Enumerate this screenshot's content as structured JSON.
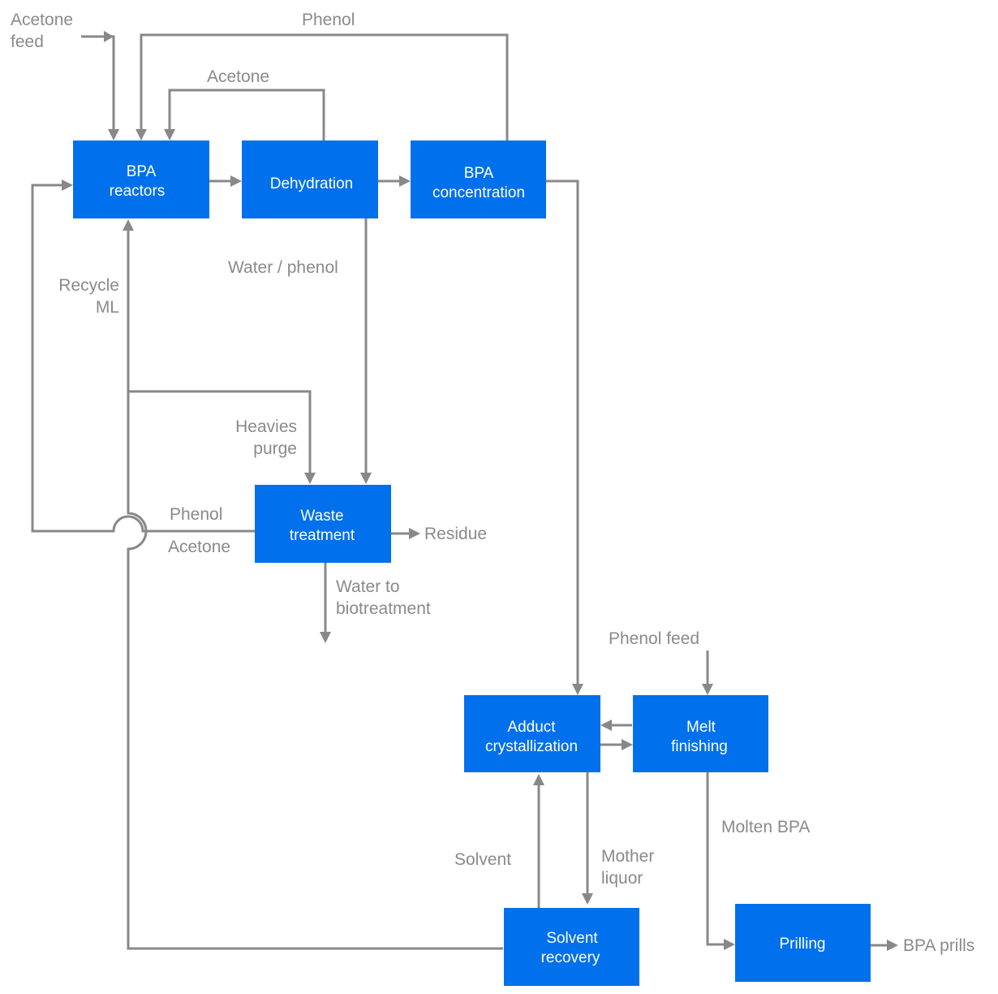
{
  "boxes": {
    "bpa_reactors": [
      "BPA",
      "reactors"
    ],
    "dehydration": [
      "Dehydration"
    ],
    "bpa_concentration": [
      "BPA",
      "concentration"
    ],
    "waste_treatment": [
      "Waste",
      "treatment"
    ],
    "adduct_crystallization": [
      "Adduct",
      "crystallization"
    ],
    "melt_finishing": [
      "Melt",
      "finishing"
    ],
    "solvent_recovery": [
      "Solvent",
      "recovery"
    ],
    "prilling": [
      "Prilling"
    ]
  },
  "labels": {
    "acetone_feed": [
      "Acetone",
      "feed"
    ],
    "phenol_top": "Phenol",
    "acetone_top": "Acetone",
    "water_phenol": "Water / phenol",
    "recycle_ml": [
      "Recycle",
      "ML"
    ],
    "heavies_purge": [
      "Heavies",
      "purge"
    ],
    "phenol_mid": "Phenol",
    "acetone_mid": "Acetone",
    "residue": "Residue",
    "water_biotreatment": [
      "Water to",
      "biotreatment"
    ],
    "phenol_feed": "Phenol feed",
    "molten_bpa": "Molten BPA",
    "solvent": "Solvent",
    "mother_liquor": [
      "Mother",
      "liquor"
    ],
    "bpa_prills": "BPA prills"
  },
  "colors": {
    "box_fill": "#0070ec",
    "box_text": "#ffffff",
    "line": "#888888",
    "label": "#8a8a8a"
  }
}
